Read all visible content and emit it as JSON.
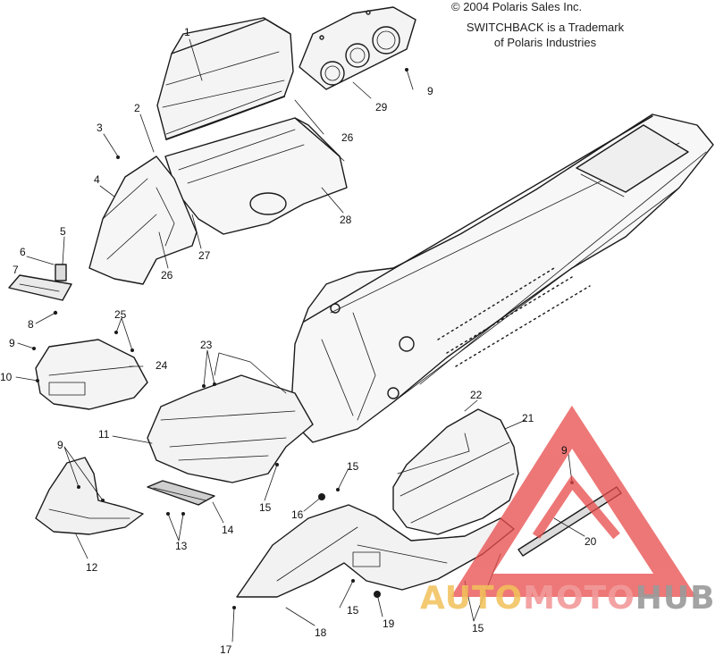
{
  "header": {
    "copyright": "© 2004 Polaris Sales Inc.",
    "trademark_line1": "SWITCHBACK is a Trademark",
    "trademark_line2": "of Polaris Industries"
  },
  "callouts": {
    "c1": "1",
    "c2": "2",
    "c3": "3",
    "c4": "4",
    "c5": "5",
    "c6": "6",
    "c7": "7",
    "c8": "8",
    "c9a": "9",
    "c9b": "9",
    "c9c": "9",
    "c9d": "9",
    "c10": "10",
    "c11": "11",
    "c12": "12",
    "c13": "13",
    "c14": "14",
    "c15a": "15",
    "c15b": "15",
    "c15c": "15",
    "c15d": "15",
    "c16": "16",
    "c17": "17",
    "c18": "18",
    "c19": "19",
    "c20": "20",
    "c21": "21",
    "c22": "22",
    "c23": "23",
    "c24": "24",
    "c25": "25",
    "c26a": "26",
    "c26b": "26",
    "c27": "27",
    "c28": "28",
    "c29": "29"
  },
  "watermark": {
    "part1": "AUTO",
    "part2": "MOTO",
    "part3": "HUB",
    "colors": {
      "triangle": "#e84a4a",
      "auto": "#f2c15a",
      "moto": "#f29a9a",
      "hub": "#9a9a9a"
    }
  }
}
